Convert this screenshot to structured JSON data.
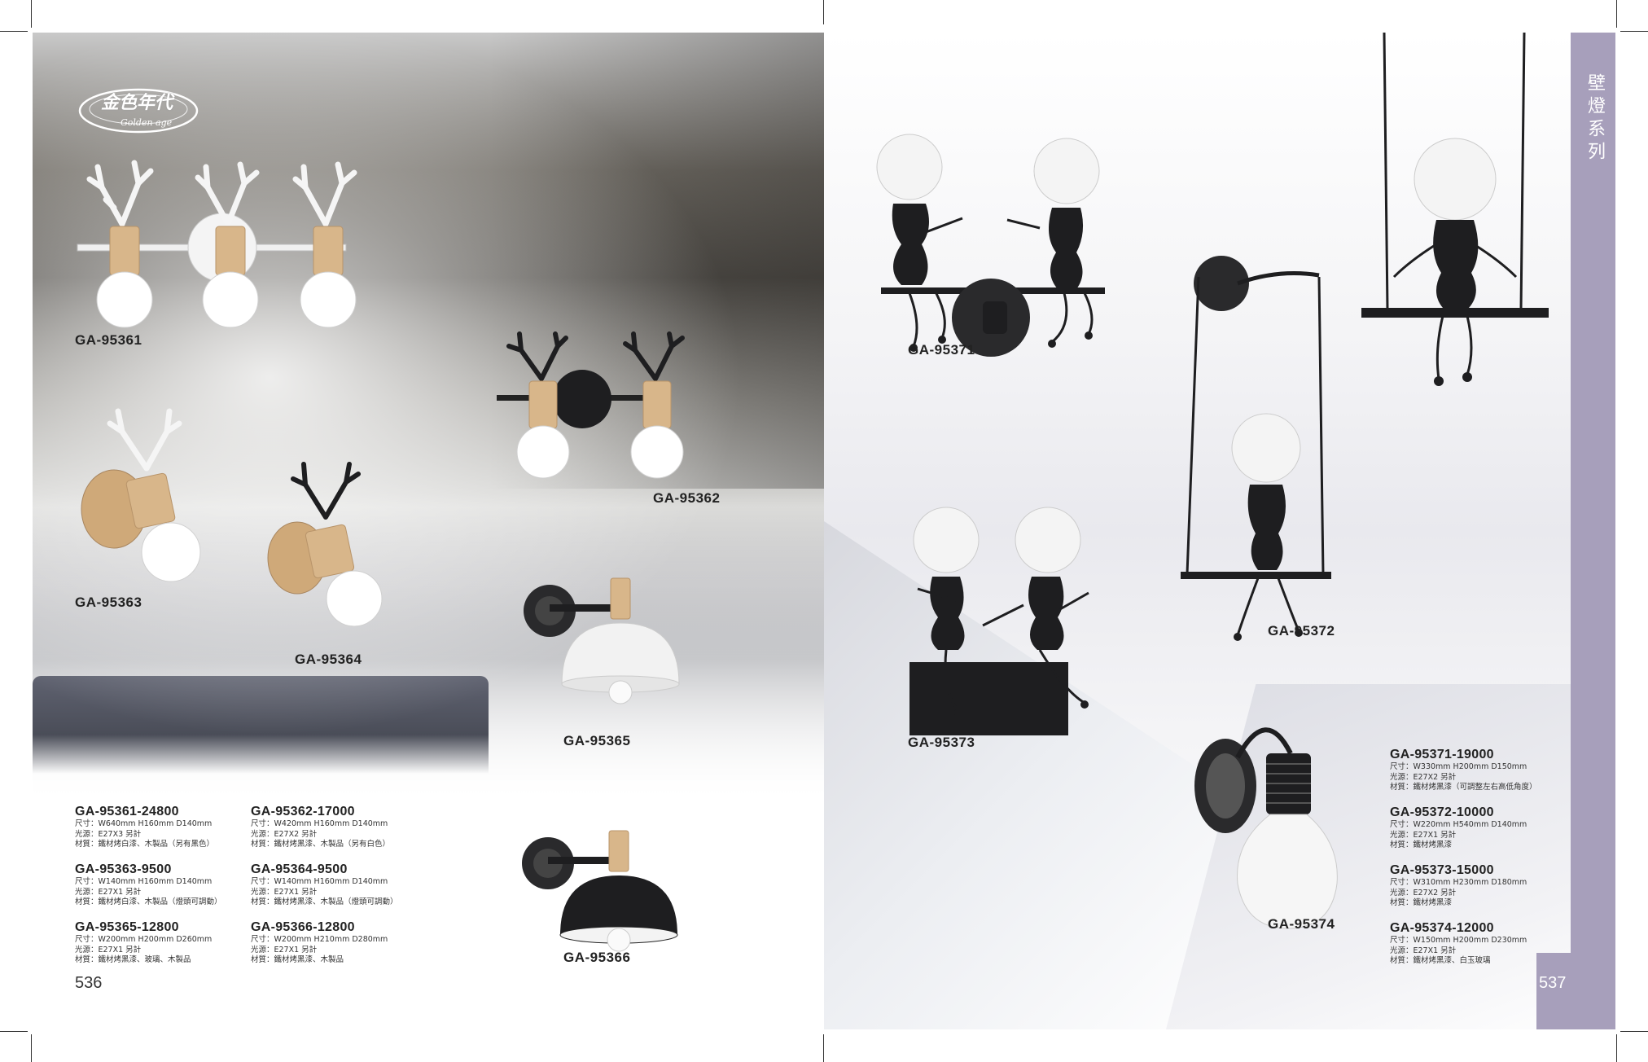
{
  "brand": {
    "name": "金色年代",
    "tagline": "Golden age"
  },
  "section_title": "壁燈系列",
  "left_page": {
    "page_number": "536",
    "labels": {
      "ga95361": "GA-95361",
      "ga95362": "GA-95362",
      "ga95363": "GA-95363",
      "ga95364": "GA-95364",
      "ga95365": "GA-95365",
      "ga95366": "GA-95366"
    },
    "specs": [
      {
        "code": "GA-95361-24800",
        "size": "尺寸：W640mm  H160mm  D140mm",
        "light": "光源：E27X3 另計",
        "material": "材質：鐵材烤白漆、木製品（另有黑色）"
      },
      {
        "code": "GA-95362-17000",
        "size": "尺寸：W420mm  H160mm  D140mm",
        "light": "光源：E27X2 另計",
        "material": "材質：鐵材烤黑漆、木製品（另有白色）"
      },
      {
        "code": "GA-95363-9500",
        "size": "尺寸：W140mm  H160mm  D140mm",
        "light": "光源：E27X1 另計",
        "material": "材質：鐵材烤白漆、木製品（燈頭可調動）"
      },
      {
        "code": "GA-95364-9500",
        "size": "尺寸：W140mm  H160mm  D140mm",
        "light": "光源：E27X1 另計",
        "material": "材質：鐵材烤黑漆、木製品（燈頭可調動）"
      },
      {
        "code": "GA-95365-12800",
        "size": "尺寸：W200mm  H200mm  D260mm",
        "light": "光源：E27X1 另計",
        "material": "材質：鐵材烤黑漆、玻璃、木製品"
      },
      {
        "code": "GA-95366-12800",
        "size": "尺寸：W200mm  H210mm  D280mm",
        "light": "光源：E27X1 另計",
        "material": "材質：鐵材烤黑漆、木製品"
      }
    ]
  },
  "right_page": {
    "page_number": "537",
    "labels": {
      "ga95371": "GA-95371",
      "ga95372": "GA-95372",
      "ga95373": "GA-95373",
      "ga95374": "GA-95374"
    },
    "specs": [
      {
        "code": "GA-95371-19000",
        "size": "尺寸：W330mm  H200mm  D150mm",
        "light": "光源：E27X2 另計",
        "material": "材質：鐵材烤黑漆（可調整左右高低角度）"
      },
      {
        "code": "GA-95372-10000",
        "size": "尺寸：W220mm  H540mm  D140mm",
        "light": "光源：E27X1 另計",
        "material": "材質：鐵材烤黑漆"
      },
      {
        "code": "GA-95373-15000",
        "size": "尺寸：W310mm  H230mm  D180mm",
        "light": "光源：E27X2 另計",
        "material": "材質：鐵材烤黑漆"
      },
      {
        "code": "GA-95374-12000",
        "size": "尺寸：W150mm  H200mm  D230mm",
        "light": "光源：E27X1 另計",
        "material": "材質：鐵材烤黑漆、白玉玻璃"
      }
    ]
  },
  "colors": {
    "accent": "#a79fbb",
    "wood": "#d8b68a",
    "black_metal": "#1e1e20"
  }
}
